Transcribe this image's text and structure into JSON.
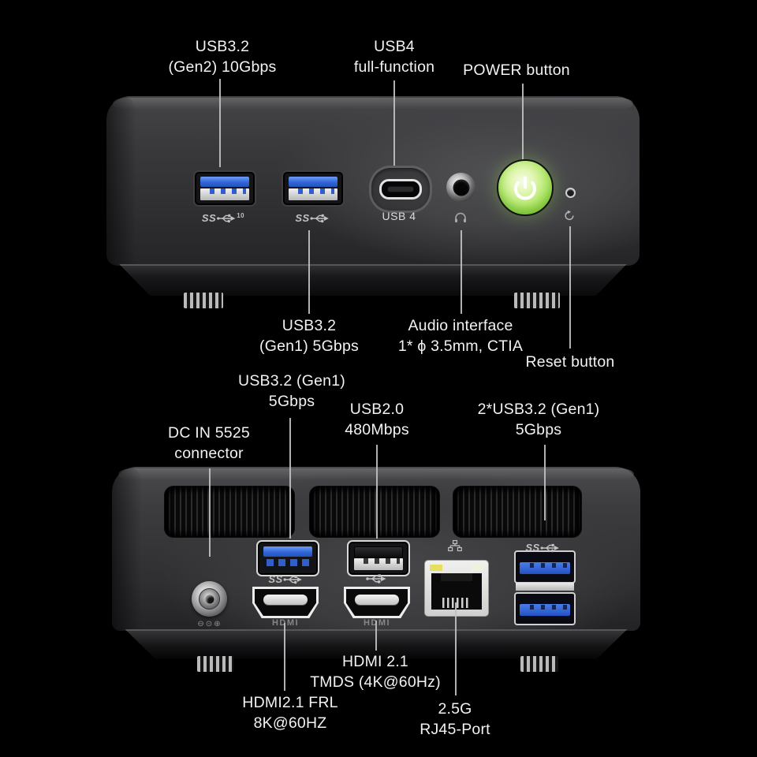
{
  "scene": {
    "description": "Mini PC front and rear port annotation diagram",
    "background_color": "#000000"
  },
  "colors": {
    "label_text": "#f2f2f2",
    "leader_line": "#c0c0c0",
    "usb_blue": "#2e63d6",
    "power_green": "#9ade4e",
    "bezel_silver": "#dcdcdc",
    "device_gray": "#39393c"
  },
  "front": {
    "annotations": {
      "usb32_gen2": {
        "line1": "USB3.2",
        "line2": "(Gen2) 10Gbps"
      },
      "usb4": {
        "line1": "USB4",
        "line2": "full-function"
      },
      "power": {
        "line1": "POWER button"
      },
      "usb32_gen1": {
        "line1": "USB3.2",
        "line2": "(Gen1) 5Gbps"
      },
      "audio": {
        "line1": "Audio interface",
        "line2": "1* ϕ 3.5mm, CTIA"
      },
      "reset": {
        "line1": "Reset button"
      }
    },
    "port_marks": {
      "ss": "SS",
      "gen2_sup": "10",
      "usb_c_label": "USB 4"
    }
  },
  "rear": {
    "annotations": {
      "usb32_gen1": {
        "line1": "USB3.2 (Gen1)",
        "line2": "5Gbps"
      },
      "dc_in": {
        "line1": "DC IN 5525",
        "line2": "connector"
      },
      "usb20": {
        "line1": "USB2.0",
        "line2": "480Mbps"
      },
      "usb32_dual": {
        "line1": "2*USB3.2 (Gen1)",
        "line2": "5Gbps"
      },
      "hdmi_tmds": {
        "line1": "HDMI 2.1",
        "line2": "TMDS (4K@60Hz)"
      },
      "hdmi_frl": {
        "line1": "HDMI2.1 FRL",
        "line2": "8K@60HZ"
      },
      "rj45": {
        "line1": "2.5G",
        "line2": "RJ45-Port"
      }
    },
    "port_marks": {
      "ss": "SS",
      "hdmi": "HDMI",
      "dc_polarity": "⊖⊙⊕"
    }
  }
}
